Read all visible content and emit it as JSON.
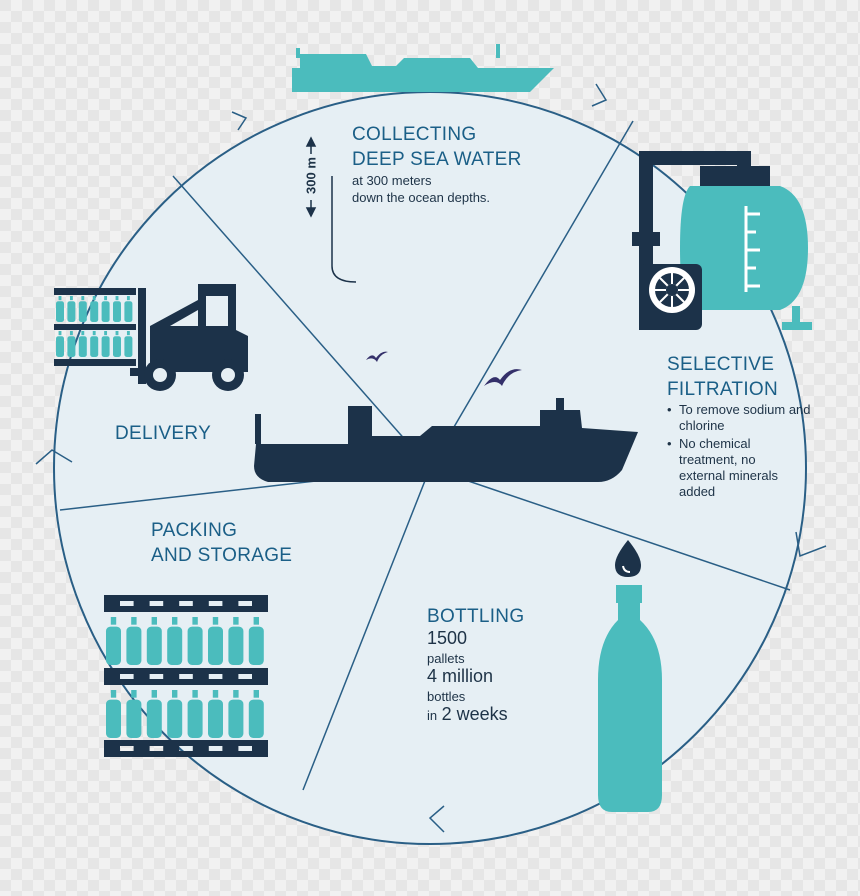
{
  "depth_marker": "300 m",
  "stages": {
    "collecting": {
      "title_line1": "COLLECTING",
      "title_line2": "DEEP SEA WATER",
      "desc_line1": "at 300 meters",
      "desc_line2": "down the ocean depths."
    },
    "filtration": {
      "title_line1": "SELECTIVE",
      "title_line2": "FILTRATION",
      "bullets": [
        "To remove sodium and chlorine",
        "No chemical treatment, no external minerals added"
      ]
    },
    "bottling": {
      "title": "BOTTLING",
      "stat1_value": "1500",
      "stat1_unit": "pallets",
      "stat2_value": "4 million",
      "stat2_unit": "bottles",
      "stat3_prefix": "in",
      "stat3_value": "2 weeks"
    },
    "packing": {
      "title_line1": "PACKING",
      "title_line2": "AND STORAGE"
    },
    "delivery": {
      "title": "DELIVERY"
    }
  },
  "colors": {
    "teal": "#4bbcbd",
    "navy": "#1c3249",
    "circle_fill": "#e6eff4",
    "line": "#2a5f86",
    "text_blue": "#1b5f87"
  },
  "icons": [
    "ship-icon",
    "depth-arrow-icon",
    "filter-tank-icon",
    "pump-icon",
    "water-drop-icon",
    "bottle-icon",
    "pallet-stack-icon",
    "forklift-icon",
    "cargo-ship-icon",
    "bird-icon"
  ]
}
